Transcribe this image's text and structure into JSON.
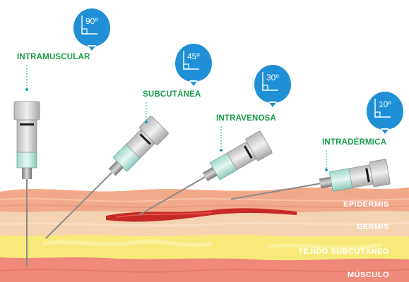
{
  "injections": [
    {
      "label": "INTRAMUSCULAR",
      "angle": "90º"
    },
    {
      "label": "SUBCUTÁNEA",
      "angle": "45º"
    },
    {
      "label": "INTRAVENOSA",
      "angle": "30º"
    },
    {
      "label": "INTRADÉRMICA",
      "angle": "10º"
    }
  ],
  "layers": [
    {
      "label": "EPIDERMIS"
    },
    {
      "label": "DERMIS"
    },
    {
      "label": "TEJIDO SUBCUTÁNEO"
    },
    {
      "label": "MÚSCULO"
    }
  ],
  "colors": {
    "label_green": "#1a9c4a",
    "badge_blue": "#1f8fd6",
    "epidermis": "#f2a98a",
    "dermis": "#f3d3b0",
    "subcutaneous": "#f8ea7a",
    "muscle": "#ef8a7a",
    "vein": "#c62a25"
  }
}
